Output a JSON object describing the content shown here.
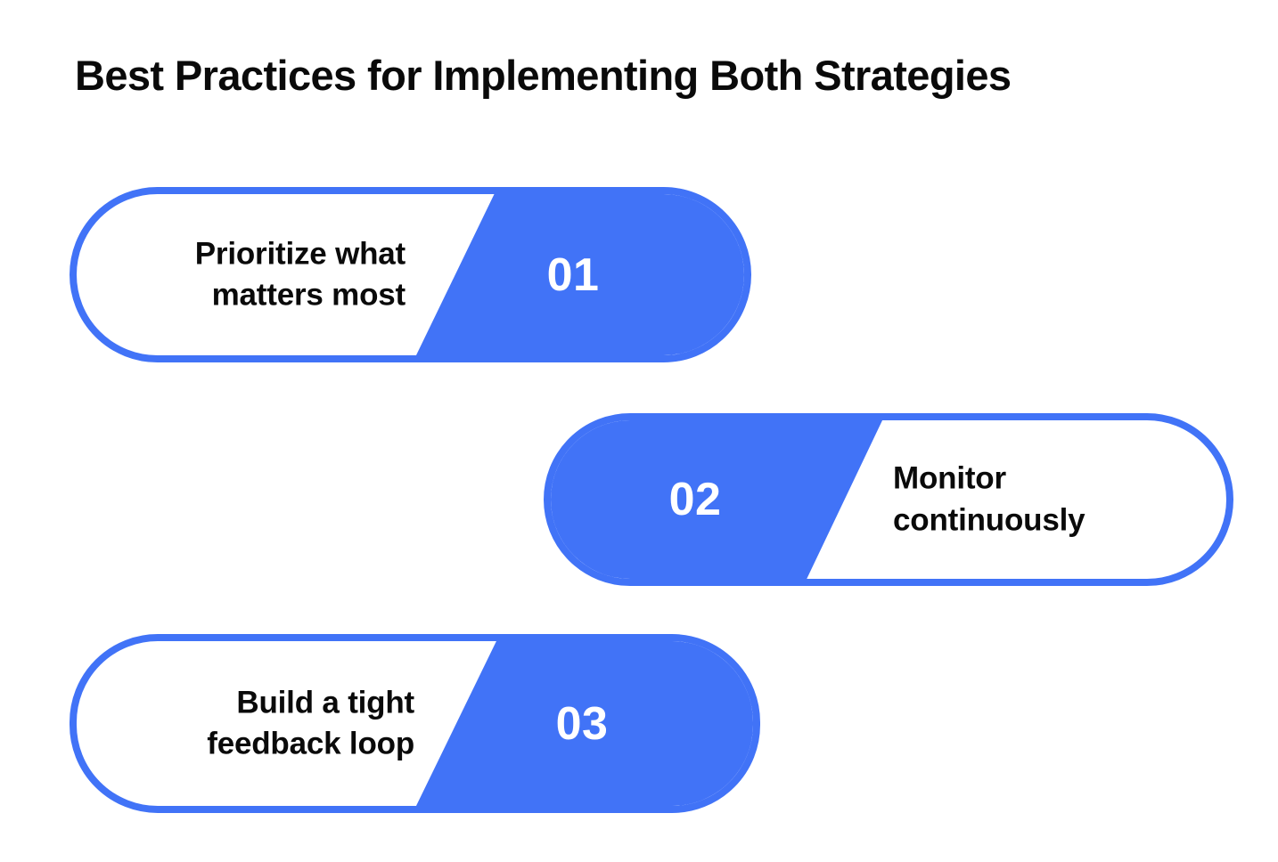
{
  "page": {
    "title": "Best Practices for Implementing Both Strategies",
    "background_color": "#FFFFFF",
    "accent_color": "#4173F7",
    "text_color": "#0A0A0A",
    "number_text_color": "#FFFFFF"
  },
  "steps": [
    {
      "number": "01",
      "label": "Prioritize what matters most",
      "label_line1": "Prioritize what",
      "label_line2": "matters most",
      "number_side": "right"
    },
    {
      "number": "02",
      "label": "Monitor continuously",
      "label_line1": "Monitor",
      "label_line2": "continuously",
      "number_side": "left"
    },
    {
      "number": "03",
      "label": "Build a tight feedback loop",
      "label_line1": "Build a tight",
      "label_line2": "feedback loop",
      "number_side": "right"
    }
  ]
}
